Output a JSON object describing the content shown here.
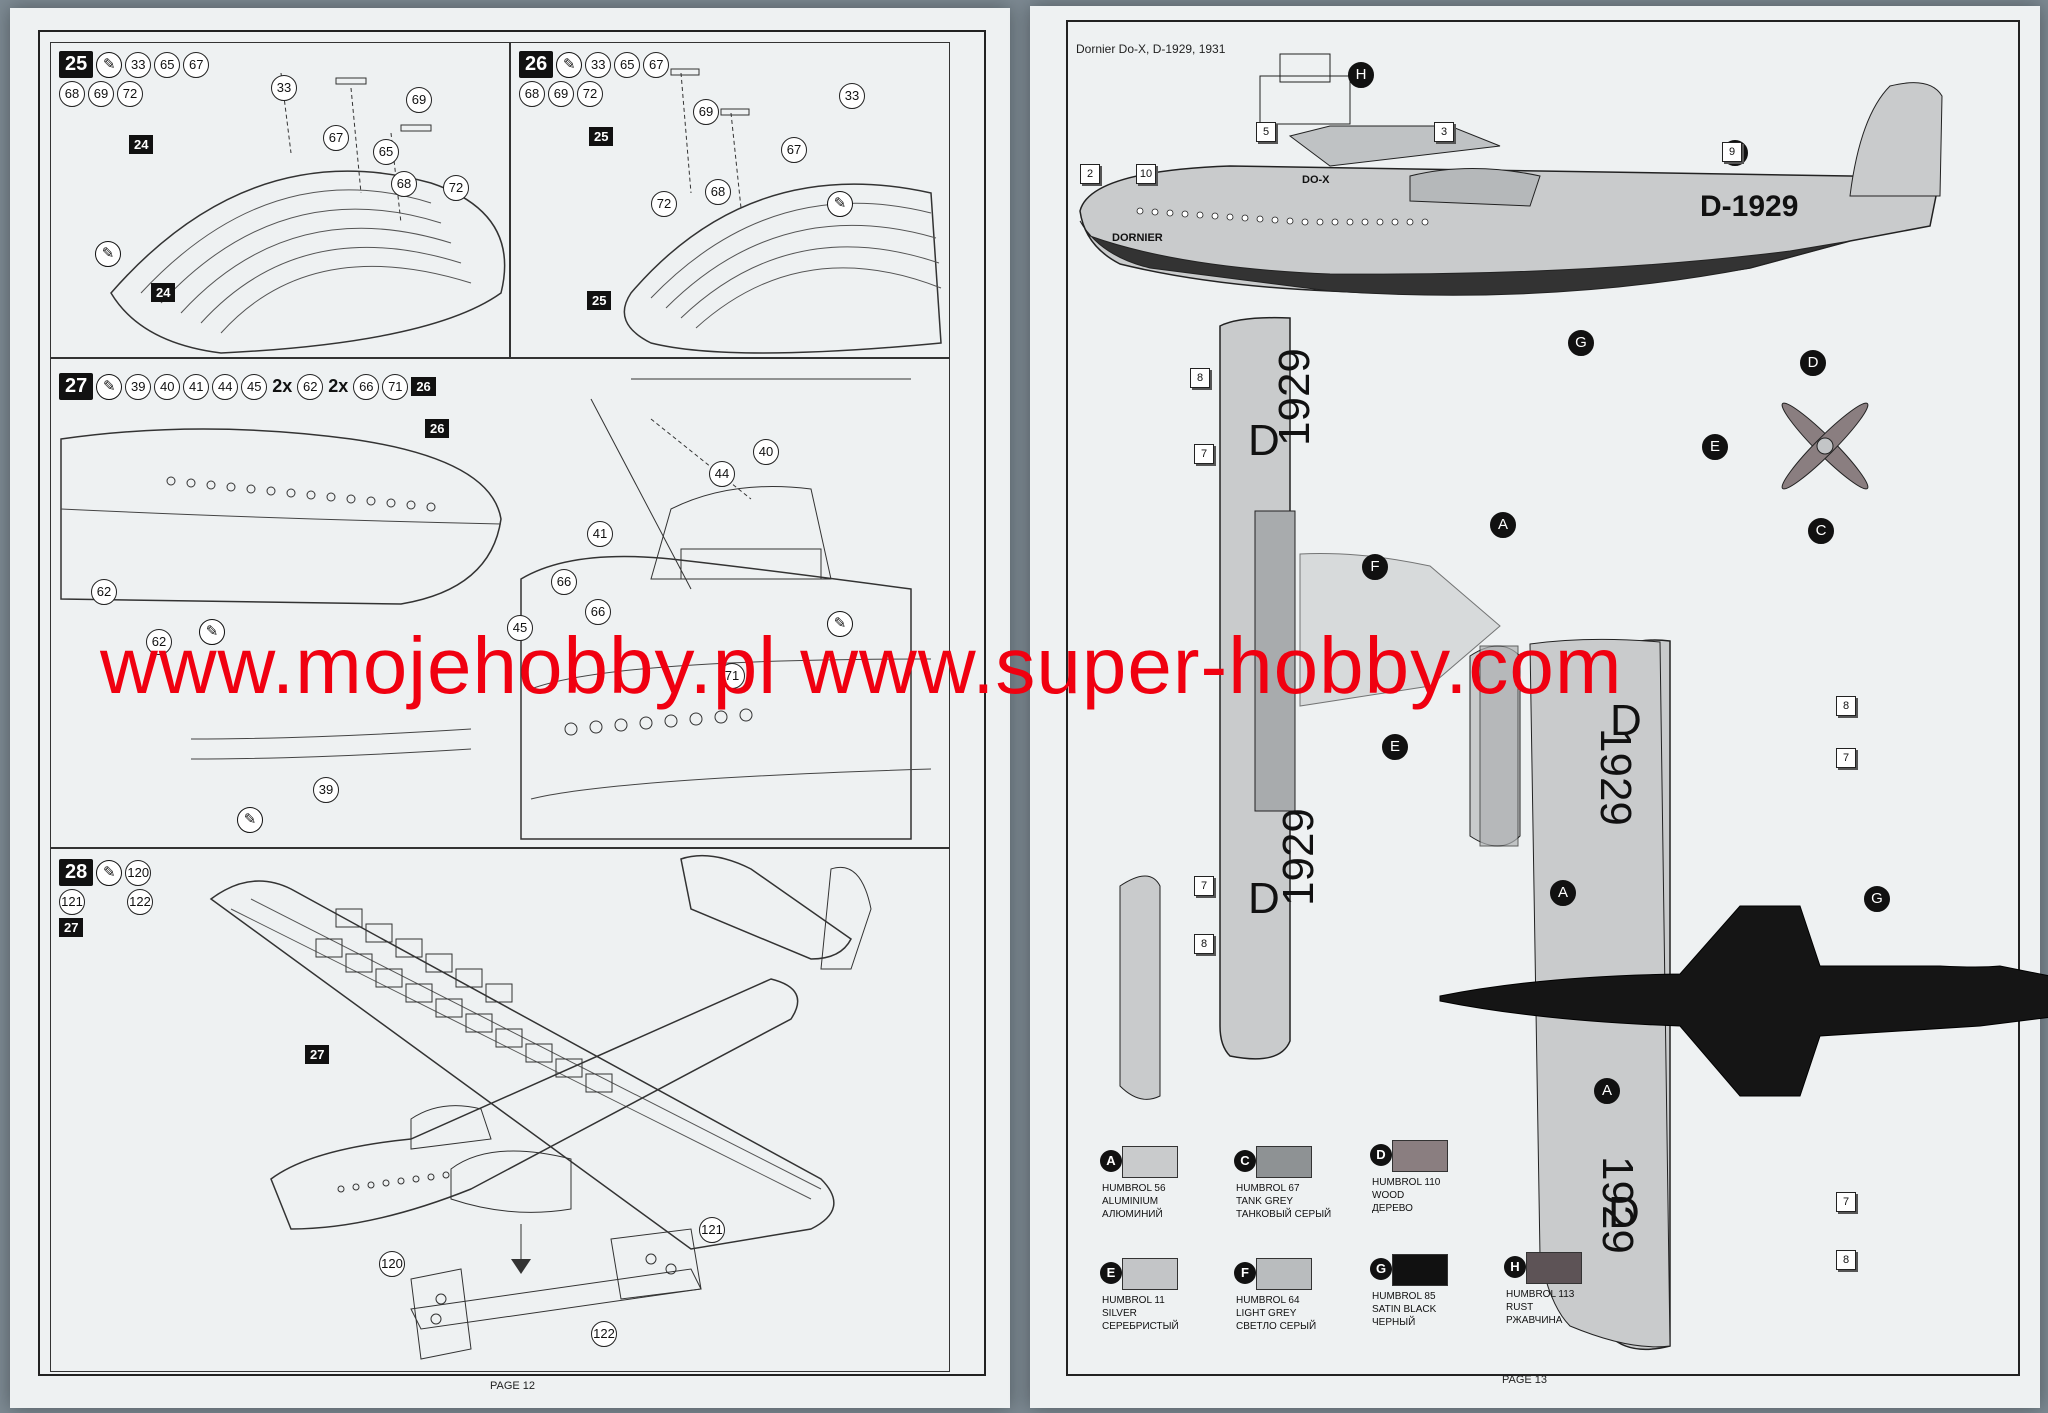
{
  "left_page": {
    "footer": "PAGE 12",
    "steps": [
      {
        "number": "25",
        "parts": [
          "33",
          "65",
          "67",
          "68",
          "69",
          "72"
        ],
        "ref": "24"
      },
      {
        "number": "26",
        "parts": [
          "33",
          "65",
          "67",
          "68",
          "69",
          "72"
        ],
        "ref": "25"
      },
      {
        "number": "27",
        "parts": [
          "39",
          "40",
          "41",
          "44",
          "45"
        ],
        "mult1": "2x",
        "part_a": "62",
        "mult2": "2x",
        "parts_b": [
          "66",
          "71"
        ],
        "ref": "26"
      },
      {
        "number": "28",
        "parts": [
          "120",
          "121",
          "122"
        ],
        "ref": "27"
      }
    ],
    "callouts": {
      "p25": [
        "33",
        "69",
        "67",
        "65",
        "68",
        "72"
      ],
      "p25_ref": "24",
      "p26": [
        "33",
        "69",
        "67",
        "72",
        "68"
      ],
      "p26_ref": "25",
      "p27_ref": "26",
      "p27": [
        "62",
        "62",
        "41",
        "40",
        "44",
        "66",
        "66",
        "45",
        "71",
        "39"
      ],
      "p28_ref": "27",
      "p28": [
        "121",
        "120",
        "122"
      ]
    }
  },
  "right_page": {
    "header": "Dornier Do-X, D-1929, 1931",
    "footer": "PAGE 13",
    "registration": "D-1929",
    "side_text_dornier": "DORNIER",
    "side_text_dox": "DO-X",
    "wing_reg_letter": "D",
    "wing_reg_number": "1929",
    "color_letters": [
      "H",
      "A",
      "G",
      "D",
      "E",
      "C",
      "F",
      "E",
      "A",
      "A",
      "G",
      "A"
    ],
    "marking_refs": [
      "2",
      "10",
      "5",
      "3",
      "9",
      "8",
      "7",
      "7",
      "8",
      "8",
      "7",
      "7",
      "8"
    ],
    "paints": [
      {
        "letter": "A",
        "lines": [
          "HUMBROL 56",
          "ALUMINIUM",
          "АЛЮМИНИЙ"
        ],
        "color": "#c9cbcc"
      },
      {
        "letter": "C",
        "lines": [
          "HUMBROL 67",
          "TANK GREY",
          "ТАНКОВЫЙ СЕРЫЙ"
        ],
        "color": "#8e9294"
      },
      {
        "letter": "D",
        "lines": [
          "HUMBROL 110",
          "WOOD",
          "ДЕРЕВО"
        ],
        "color": "#8a7e80"
      },
      {
        "letter": "E",
        "lines": [
          "HUMBROL 11",
          "SILVER",
          "СЕРЕБРИСТЫЙ"
        ],
        "color": "#c3c5c7"
      },
      {
        "letter": "F",
        "lines": [
          "HUMBROL 64",
          "LIGHT GREY",
          "СВЕТЛО СЕРЫЙ"
        ],
        "color": "#b9bcbe"
      },
      {
        "letter": "G",
        "lines": [
          "HUMBROL 85",
          "SATIN BLACK",
          "ЧЕРНЫЙ"
        ],
        "color": "#111111"
      },
      {
        "letter": "H",
        "lines": [
          "HUMBROL 113",
          "RUST",
          "РЖАВЧИНА"
        ],
        "color": "#5d5356"
      }
    ]
  },
  "watermark": "www.mojehobby.pl www.super-hobby.com"
}
